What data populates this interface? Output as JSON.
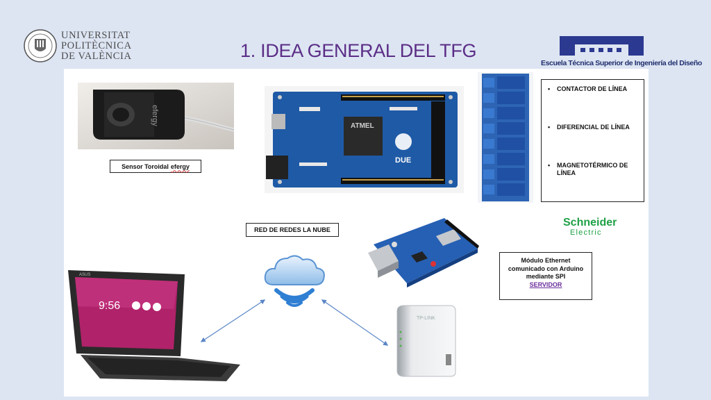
{
  "header": {
    "university_lines": [
      "UNIVERSITAT",
      "POLITÈCNICA",
      "DE VALÈNCIA"
    ],
    "title": "1. IDEA GENERAL DEL TFG",
    "school_name": "Escuela Técnica Superior de Ingeniería del Diseño"
  },
  "images": {
    "sensor_brand": "efergy",
    "arduino_brand": "ATMEL",
    "arduino_model": "DUE",
    "tablet_brand": "ASUS",
    "tablet_clock": "9:56",
    "router_brand": "TP-LINK"
  },
  "sensor": {
    "label_prefix": "Sensor Toroidal",
    "label_brand": "efergy"
  },
  "protections": {
    "items": [
      "CONTACTOR DE LÍNEA",
      "DIFERENCIAL DE LÍNEA",
      "MAGNETOTÉRMICO DE LÍNEA"
    ]
  },
  "schneider": {
    "name": "Schneider",
    "sub": "Electric"
  },
  "cloud": {
    "label": "RED DE REDES LA NUBE"
  },
  "ethernet": {
    "line1": "Módulo Ethernet",
    "line2": "comunicado con Arduino",
    "line3": "mediante SPI",
    "link": "SERVIDOR"
  },
  "colors": {
    "title": "#5b2d86",
    "background": "#dde5f3",
    "school_blue": "#1f2f6e",
    "schneider_green": "#1fa046",
    "arrow": "#5a86c6",
    "board_blue": "#1f5aa6"
  }
}
